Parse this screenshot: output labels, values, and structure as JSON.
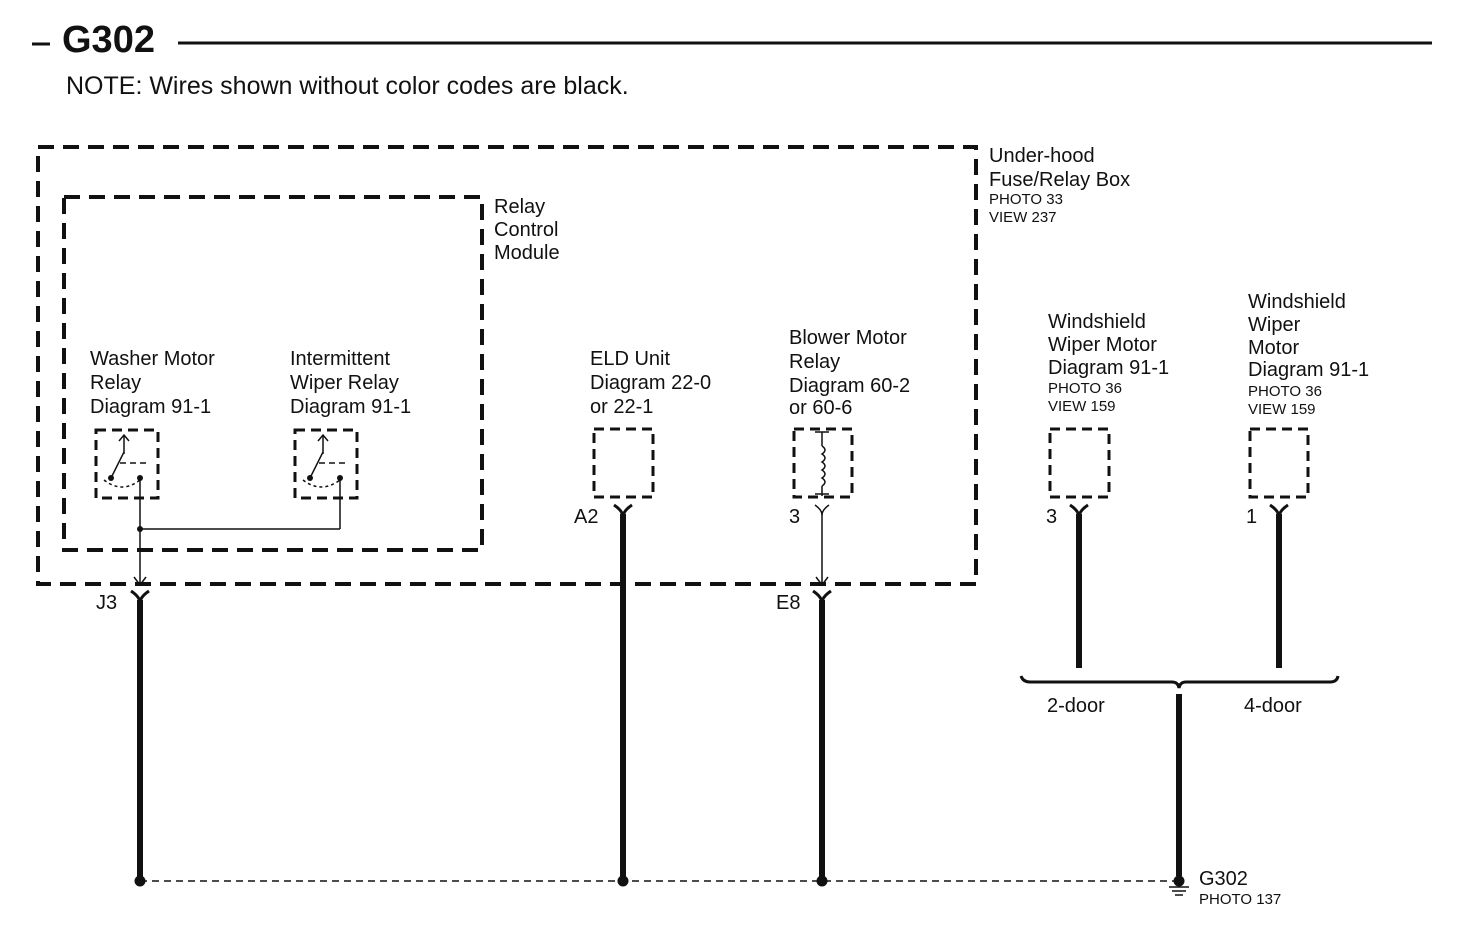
{
  "header": {
    "title": "G302",
    "note": "NOTE: Wires shown without color codes are black."
  },
  "underhood_box": {
    "name_1": "Under-hood",
    "name_2": "Fuse/Relay Box",
    "photo": "PHOTO 33",
    "view": "VIEW 237"
  },
  "relay_module": {
    "name_1": "Relay",
    "name_2": "Control",
    "name_3": "Module"
  },
  "washer_relay": {
    "line_1": "Washer Motor",
    "line_2": "Relay",
    "line_3": "Diagram  91-1"
  },
  "intermittent_relay": {
    "line_1": "Intermittent",
    "line_2": "Wiper Relay",
    "line_3": "Diagram  91-1"
  },
  "eld_unit": {
    "line_1": "ELD Unit",
    "line_2": "Diagram  22-0",
    "line_3": "or 22-1",
    "pin": "A2"
  },
  "blower_relay": {
    "line_1": "Blower Motor",
    "line_2": "Relay",
    "line_3": "Diagram  60-2",
    "line_4": "or 60-6",
    "pin": "3"
  },
  "wiper_motor_2door": {
    "line_1": "Windshield",
    "line_2": "Wiper Motor",
    "line_3": "Diagram  91-1",
    "photo": "PHOTO 36",
    "view": "VIEW 159",
    "pin": "3"
  },
  "wiper_motor_4door": {
    "line_1": "Windshield",
    "line_2": "Wiper",
    "line_3": "Motor",
    "line_4": "Diagram  91-1",
    "photo": "PHOTO 36",
    "view": "VIEW 159",
    "pin": "1"
  },
  "connectors": {
    "j3": "J3",
    "e8": "E8"
  },
  "variants": {
    "two_door": "2-door",
    "four_door": "4-door"
  },
  "ground": {
    "name": "G302",
    "photo": "PHOTO 137"
  }
}
